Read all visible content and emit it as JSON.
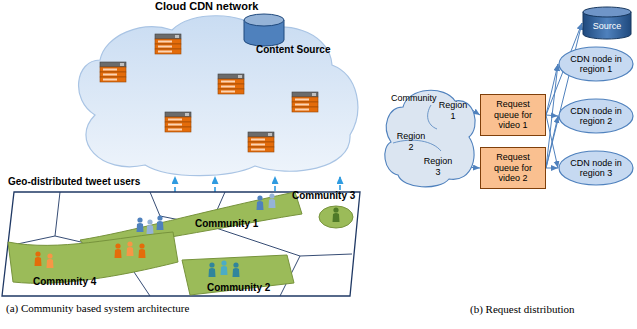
{
  "diagram": {
    "nodes": [
      {
        "text": [
          "Cloud CDN network"
        ]
      },
      {
        "text": [
          "Content Source"
        ],
        "in": 0
      },
      {
        "text": [
          "Geo-distributed tweet users"
        ]
      },
      {
        "text": [
          "Community 1"
        ],
        "in": 2
      },
      {
        "text": [
          "Community 3"
        ],
        "in": 2
      },
      {
        "text": [
          "Community 4"
        ],
        "in": 2
      },
      {
        "text": [
          "Community 2"
        ],
        "in": 2
      },
      {
        "text": [
          "Community"
        ]
      },
      {
        "text": [
          "Region 1"
        ],
        "in": 7
      },
      {
        "text": [
          "Region 2"
        ],
        "in": 7
      },
      {
        "text": [
          "Region 3"
        ],
        "in": 7
      },
      {
        "text": [
          "Request queue for video 1"
        ]
      },
      {
        "text": [
          "Request queue for video 2"
        ]
      },
      {
        "text": [
          "Source"
        ]
      },
      {
        "text": [
          "CDN node in region 1"
        ]
      },
      {
        "text": [
          "CDN node in region 2"
        ]
      },
      {
        "text": [
          "CDN node in region 3"
        ]
      }
    ],
    "edges": [
      {
        "from": 5,
        "to": 0,
        "arrow": "to"
      },
      {
        "from": 3,
        "to": 0,
        "arrow": "to"
      },
      {
        "from": 6,
        "to": 0,
        "arrow": "to"
      },
      {
        "from": 4,
        "to": 0,
        "arrow": "to"
      },
      {
        "from": 8,
        "to": 11,
        "arrow": "to"
      },
      {
        "from": 10,
        "to": 12,
        "arrow": "to"
      },
      {
        "from": 11,
        "to": 13,
        "arrow": "to"
      },
      {
        "from": 11,
        "to": 14,
        "arrow": "to"
      },
      {
        "from": 11,
        "to": 15,
        "arrow": "to"
      },
      {
        "from": 11,
        "to": 16,
        "arrow": "to"
      },
      {
        "from": 12,
        "to": 13,
        "arrow": "to"
      },
      {
        "from": 12,
        "to": 14,
        "arrow": "to"
      },
      {
        "from": 12,
        "to": 15,
        "arrow": "to"
      },
      {
        "from": 12,
        "to": 16,
        "arrow": "to"
      }
    ],
    "labels": [
      "(a) Community based system architecture",
      "(b) Request distribution"
    ]
  }
}
